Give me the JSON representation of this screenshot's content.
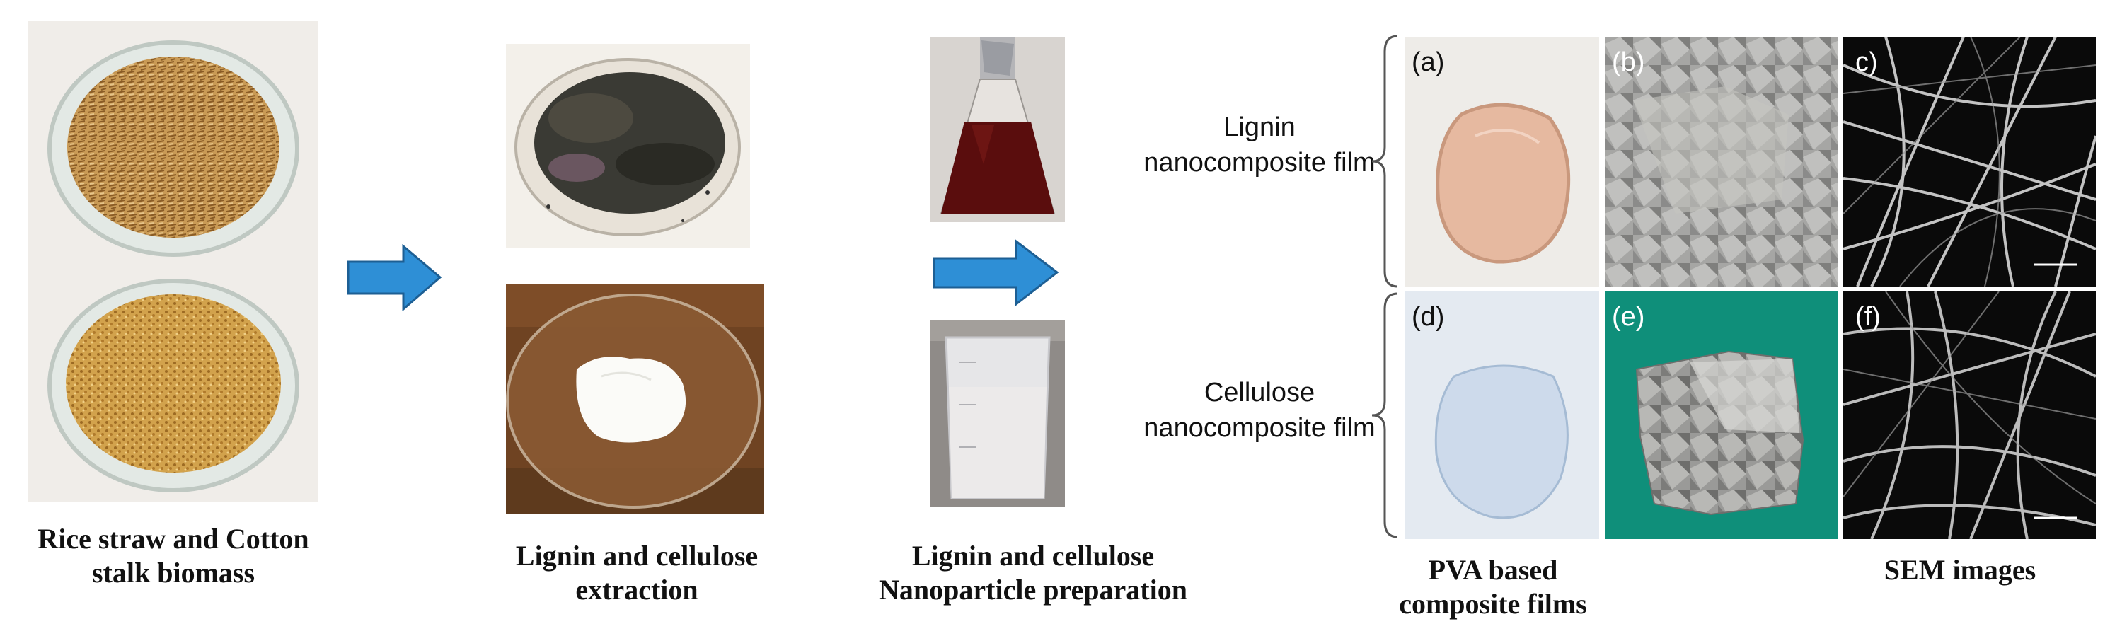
{
  "captions": {
    "biomass": [
      "Rice straw  and Cotton",
      "stalk biomass"
    ],
    "extraction": [
      "Lignin and cellulose",
      "extraction"
    ],
    "nanoparticle": [
      "Lignin and cellulose",
      "Nanoparticle preparation"
    ],
    "films": [
      "PVA based",
      "composite films"
    ],
    "sem": [
      "SEM images"
    ]
  },
  "row_labels": {
    "lignin": [
      "Lignin",
      "nanocomposite film"
    ],
    "cellulose": [
      "Cellulose",
      "nanocomposite film"
    ]
  },
  "panels": {
    "a": "(a)",
    "b": "(b)",
    "c": "c)",
    "d": "(d)",
    "e": "(e)",
    "f": "(f)"
  },
  "colors": {
    "arrow_fill": "#2e8fd6",
    "arrow_stroke": "#1d5f94",
    "teal_background": "#0f8f7a",
    "sem_background": "#0a0a0a"
  }
}
